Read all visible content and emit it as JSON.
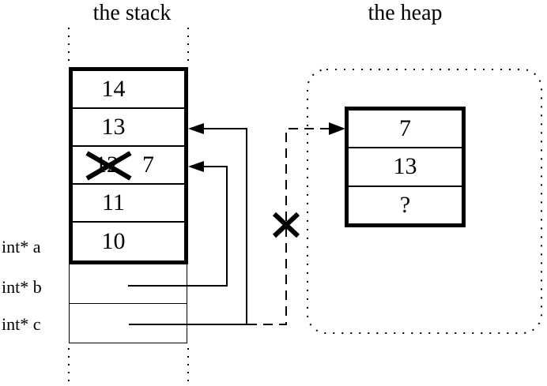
{
  "titles": {
    "stack": "the stack",
    "heap": "the heap"
  },
  "stack": {
    "frame_cells": [
      {
        "value": "14"
      },
      {
        "value": "13"
      },
      {
        "old_value": "12",
        "new_value": "7"
      },
      {
        "value": "11"
      },
      {
        "value": "10"
      }
    ]
  },
  "pointer_vars": [
    {
      "label": "int* a"
    },
    {
      "label": "int* b"
    },
    {
      "label": "int* c"
    }
  ],
  "heap": {
    "cells": [
      {
        "value": "7"
      },
      {
        "value": "13"
      },
      {
        "value": "?"
      }
    ]
  },
  "icons": {
    "stack_cell_cross": "x-mark",
    "heap_link_cross": "x-mark",
    "arrow_style": "solid-black-triangle"
  },
  "colors": {
    "ink": "#000000",
    "background": "#ffffff"
  }
}
